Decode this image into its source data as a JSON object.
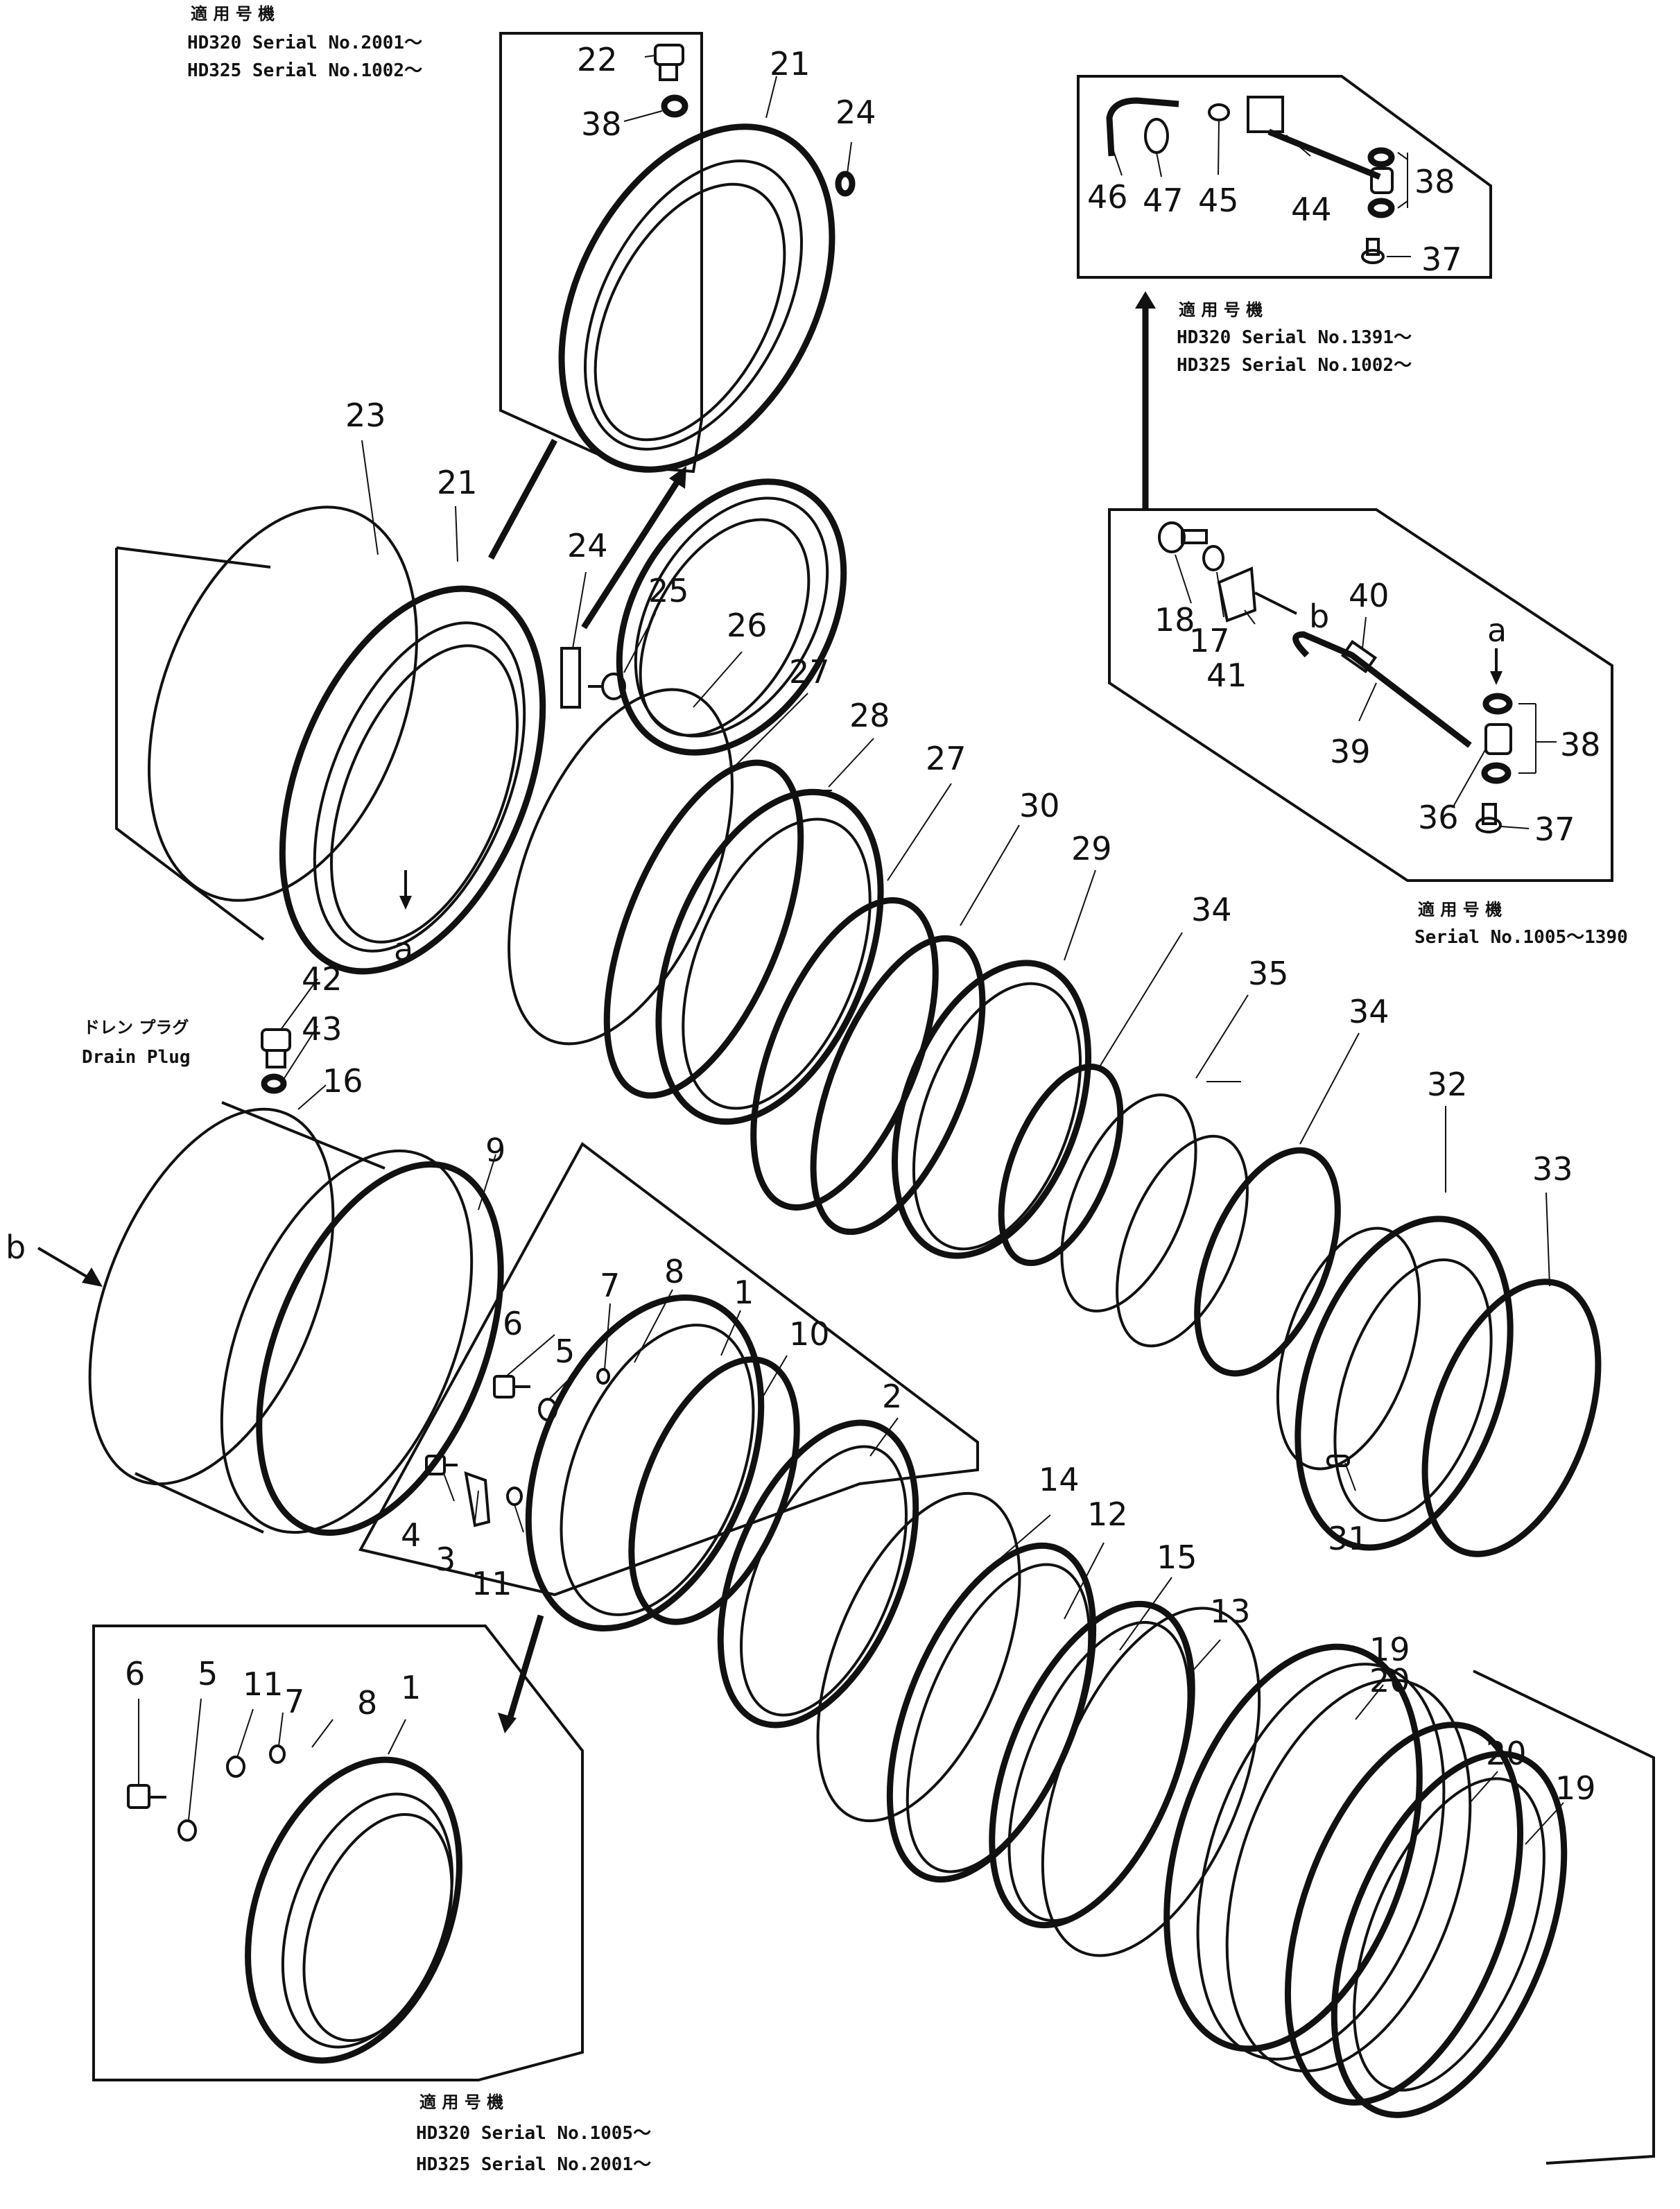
{
  "notes": {
    "top_center": {
      "jp": "適 用 号 機",
      "line1": "HD320 Serial No.2001～",
      "line2": "HD325 Serial No.1002～"
    },
    "top_right": {
      "jp": "適 用 号 機",
      "line1": "HD320 Serial No.1391～",
      "line2": "HD325 Serial No.1002～"
    },
    "mid_right": {
      "jp": "適 用 号 機",
      "line1": "Serial No.1005～1390"
    },
    "bottom": {
      "jp": "適 用 号 機",
      "line1": "HD320 Serial No.1005～",
      "line2": "HD325 Serial No.2001～"
    }
  },
  "drain_plug": {
    "jp": "ドレン プラグ",
    "en": "Drain Plug"
  },
  "callouts": {
    "c22": "22",
    "c21a": "21",
    "c38a": "38",
    "c24a": "24",
    "c46": "46",
    "c47": "47",
    "c45": "45",
    "c44": "44",
    "c38b": "38",
    "c37a": "37",
    "c23": "23",
    "c21b": "21",
    "c24b": "24",
    "c25": "25",
    "c26": "26",
    "c27a": "27",
    "c28": "28",
    "c27b": "27",
    "c30": "30",
    "c29": "29",
    "c34a": "34",
    "c35": "35",
    "c34b": "34",
    "c32": "32",
    "c33": "33",
    "c31": "31",
    "c18": "18",
    "c17": "17",
    "c41": "41",
    "cb1": "b",
    "c40": "40",
    "c39": "39",
    "ca1": "a",
    "c38c": "38",
    "c36": "36",
    "c37b": "37",
    "ca2": "a",
    "c42": "42",
    "c43": "43",
    "c16": "16",
    "cb2": "b",
    "c9": "9",
    "c7a": "7",
    "c8a": "8",
    "c1a": "1",
    "c10": "10",
    "c6a": "6",
    "c5a": "5",
    "c2": "2",
    "c4": "4",
    "c3": "3",
    "c11a": "11",
    "c14": "14",
    "c12": "12",
    "c15": "15",
    "c13": "13",
    "c6b": "6",
    "c5b": "5",
    "c11b": "11",
    "c7b": "7",
    "c8b": "8",
    "c1b": "1",
    "c19a": "19",
    "c20a": "20",
    "c20b": "20",
    "c19b": "19"
  }
}
